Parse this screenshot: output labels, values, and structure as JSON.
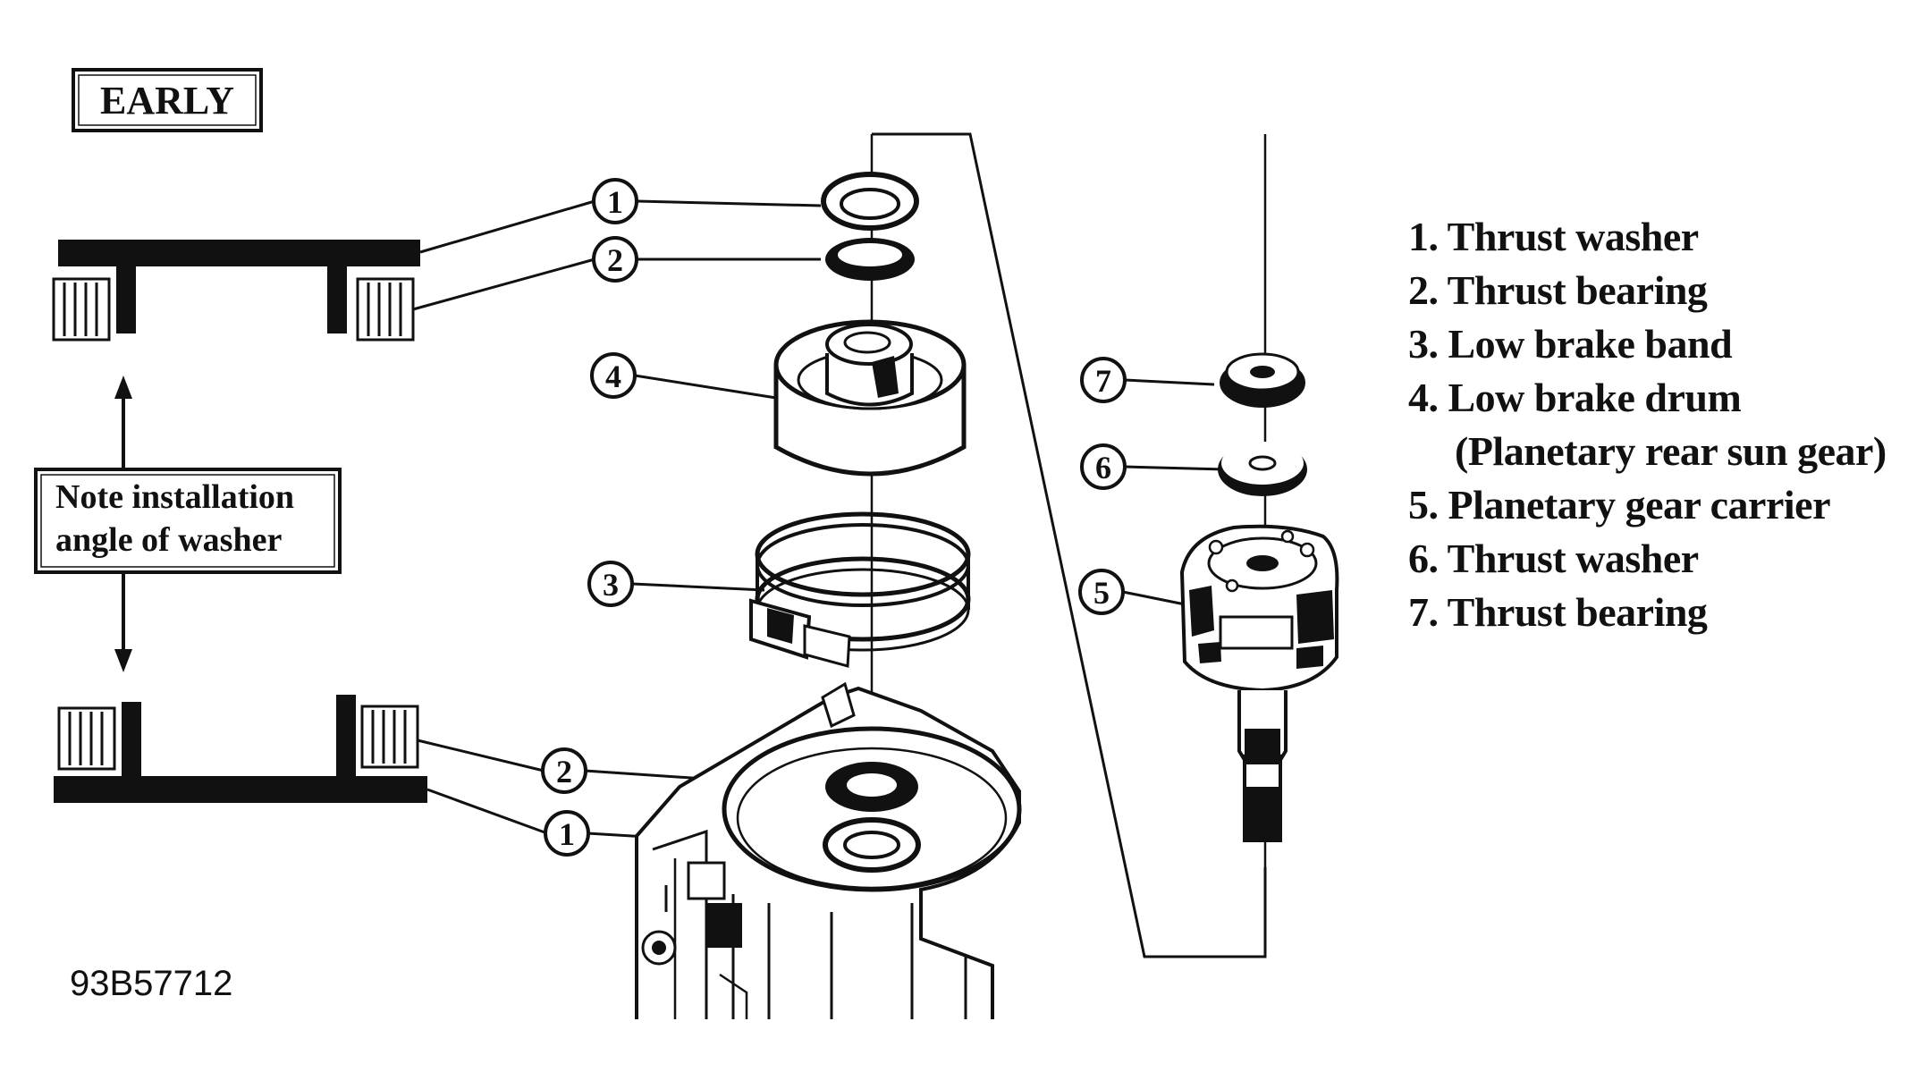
{
  "figure": {
    "variant_label": "EARLY",
    "note_label_line1": "Note installation",
    "note_label_line2": "angle of washer",
    "figure_code": "93B57712"
  },
  "callouts": {
    "c1_top": "1",
    "c2_top": "2",
    "c4": "4",
    "c3": "3",
    "c2_bottom": "2",
    "c1_bottom": "1",
    "c7": "7",
    "c6": "6",
    "c5": "5"
  },
  "legend": {
    "items": [
      "1. Thrust washer",
      "2. Thrust bearing",
      "3. Low brake band",
      "4. Low brake drum",
      "(Planetary rear sun gear)",
      "5. Planetary gear carrier",
      "6. Thrust washer",
      "7. Thrust bearing"
    ]
  }
}
